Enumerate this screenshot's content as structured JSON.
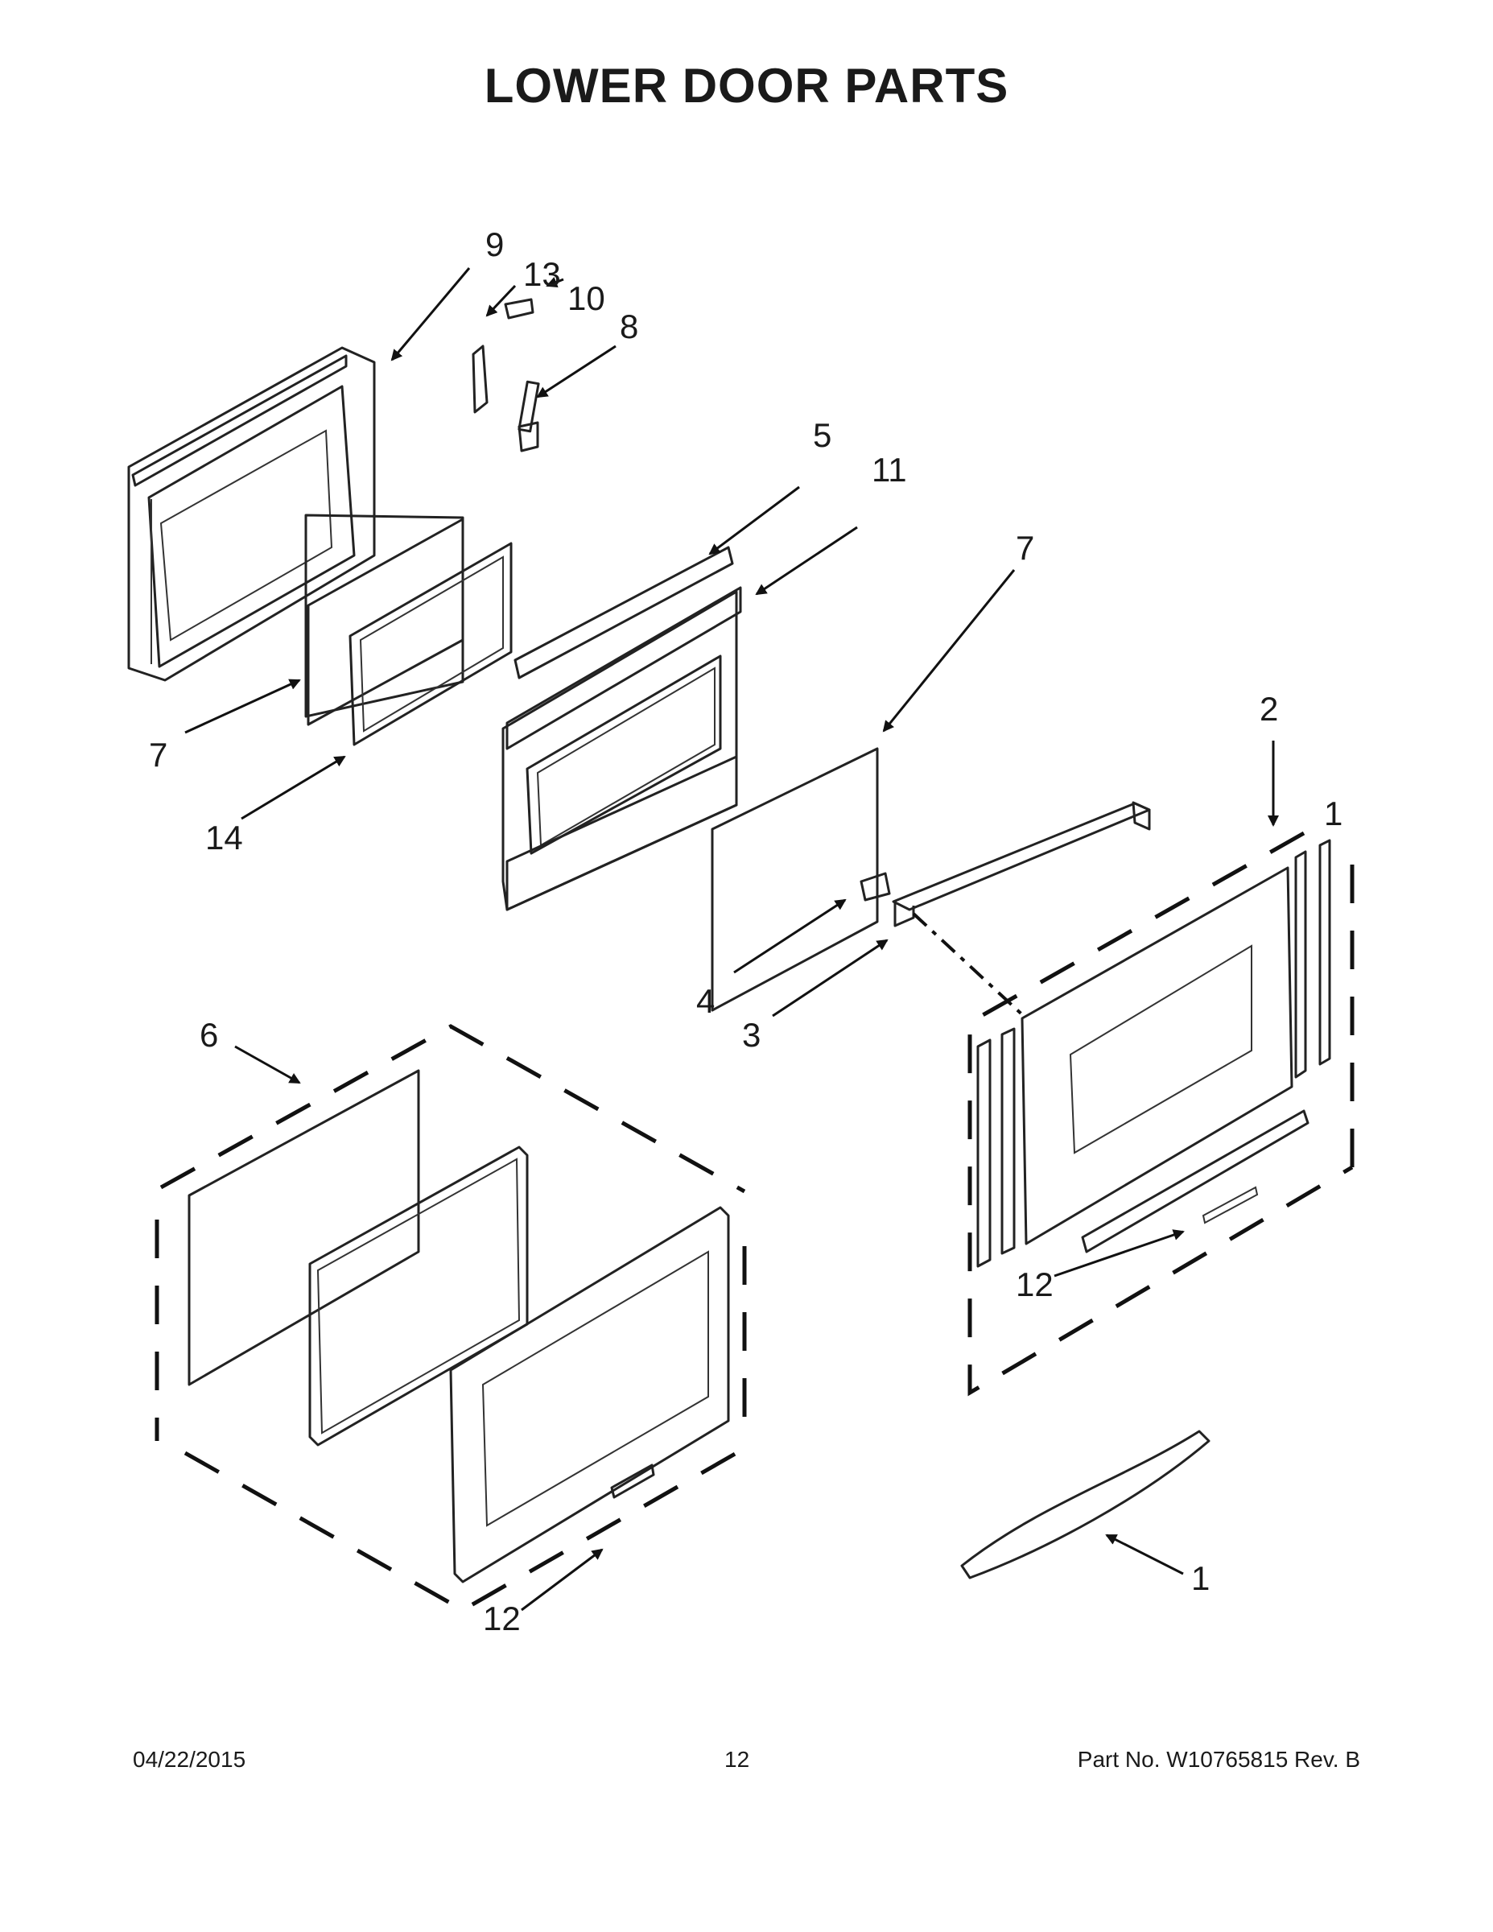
{
  "title": "LOWER DOOR PARTS",
  "callouts": {
    "c9": "9",
    "c13": "13",
    "c10": "10",
    "c8": "8",
    "c5": "5",
    "c11": "11",
    "c7a": "7",
    "c7b": "7",
    "c14": "14",
    "c2": "2",
    "c1a": "1",
    "c4": "4",
    "c3": "3",
    "c6": "6",
    "c12a": "12",
    "c12b": "12",
    "c1b": "1"
  },
  "footer": {
    "date": "04/22/2015",
    "page": "12",
    "part_no": "Part No.  W10765815  Rev.  B"
  }
}
